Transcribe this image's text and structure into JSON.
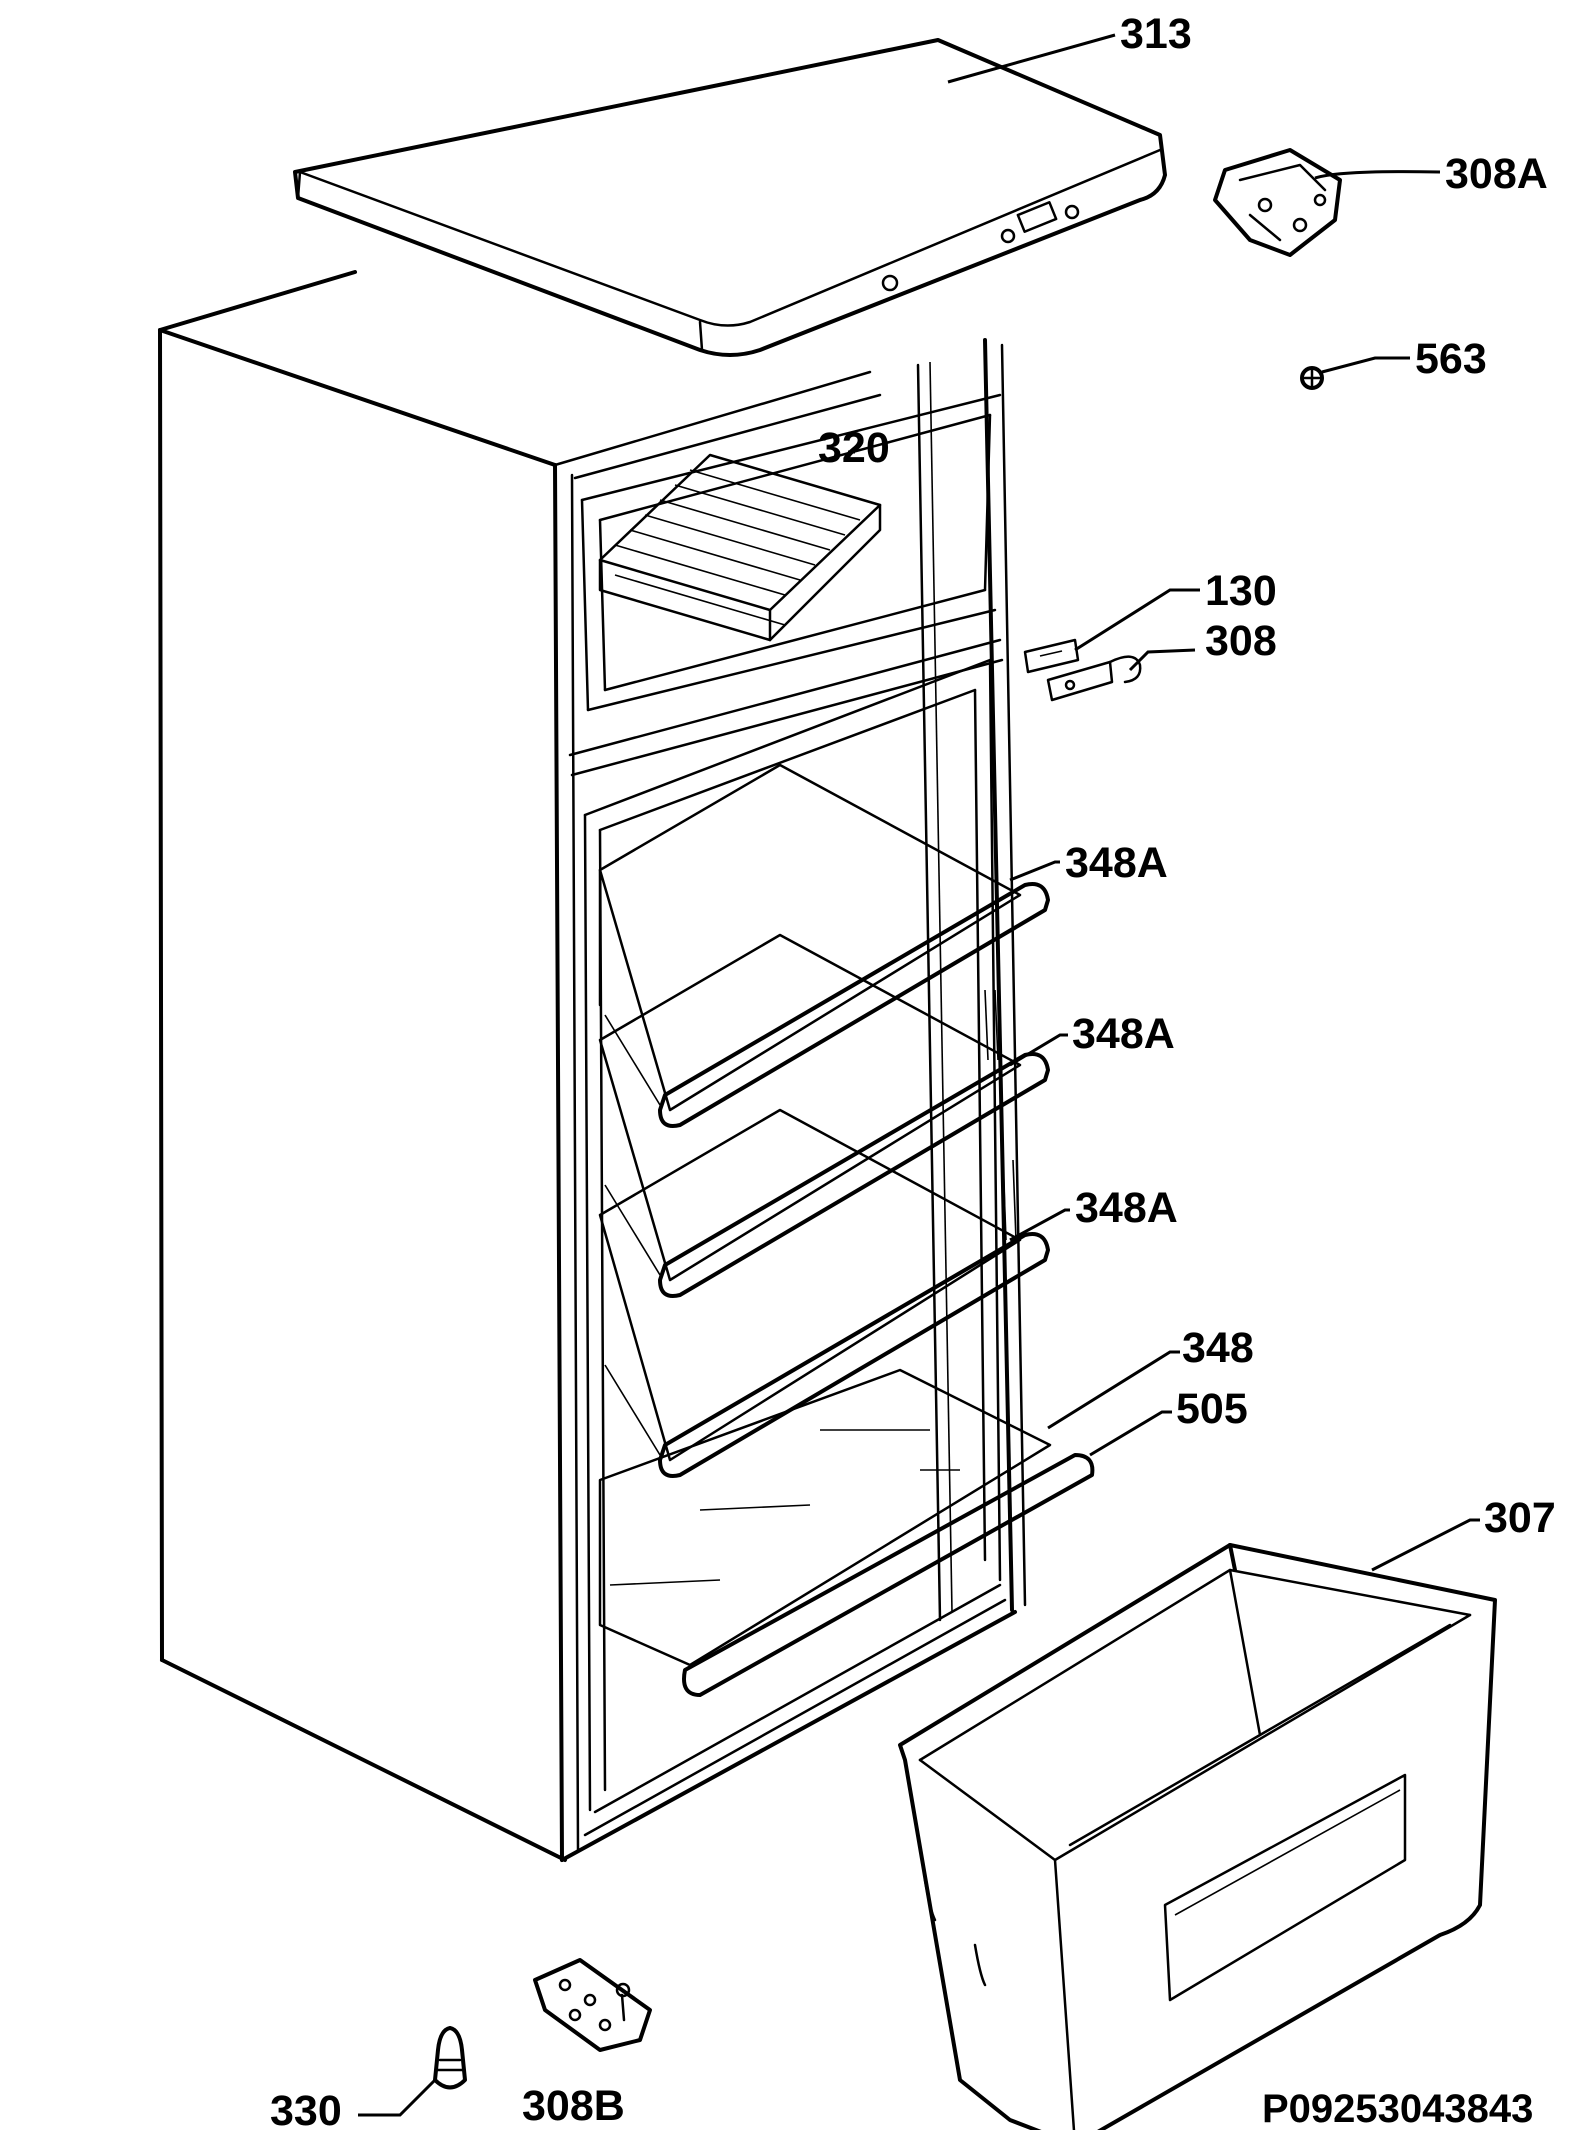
{
  "labels": {
    "l313": "313",
    "l308A": "308A",
    "l563": "563",
    "l320": "320",
    "l130": "130",
    "l308": "308",
    "l348A_1": "348A",
    "l348A_2": "348A",
    "l348A_3": "348A",
    "l348": "348",
    "l505": "505",
    "l307": "307",
    "l330": "330",
    "l308B": "308B"
  },
  "code": "P09253043843"
}
